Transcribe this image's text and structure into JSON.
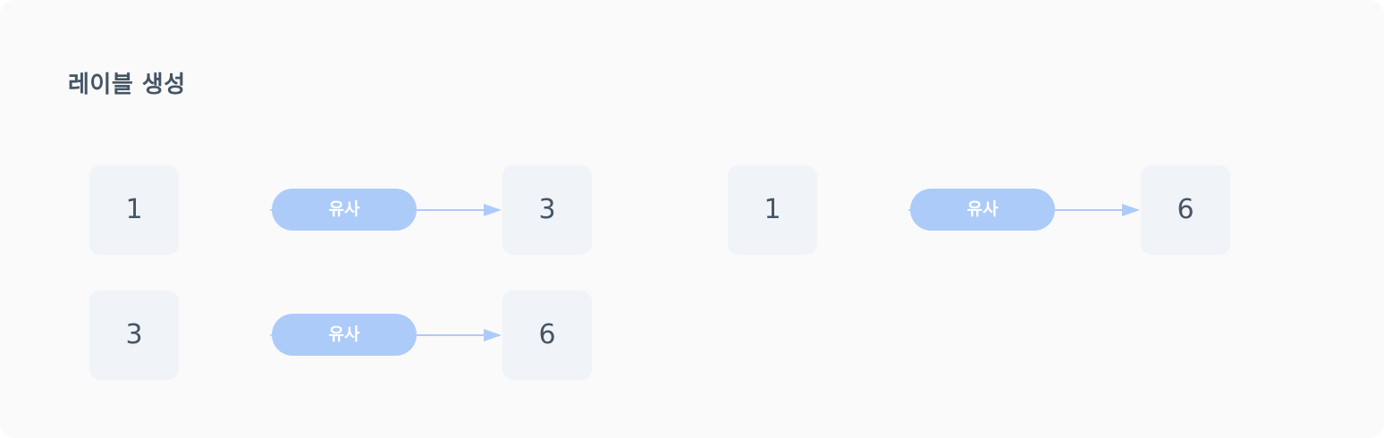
{
  "title": "레이블 생성",
  "colors": {
    "panel_background": "#fafafa",
    "node_background": "#f0f3f7",
    "node_text": "#455566",
    "edge": "#adcbf9",
    "label_text": "#ffffff"
  },
  "relations": [
    {
      "source": "1",
      "label": "유사",
      "target": "3"
    },
    {
      "source": "1",
      "label": "유사",
      "target": "6"
    },
    {
      "source": "3",
      "label": "유사",
      "target": "6"
    }
  ]
}
